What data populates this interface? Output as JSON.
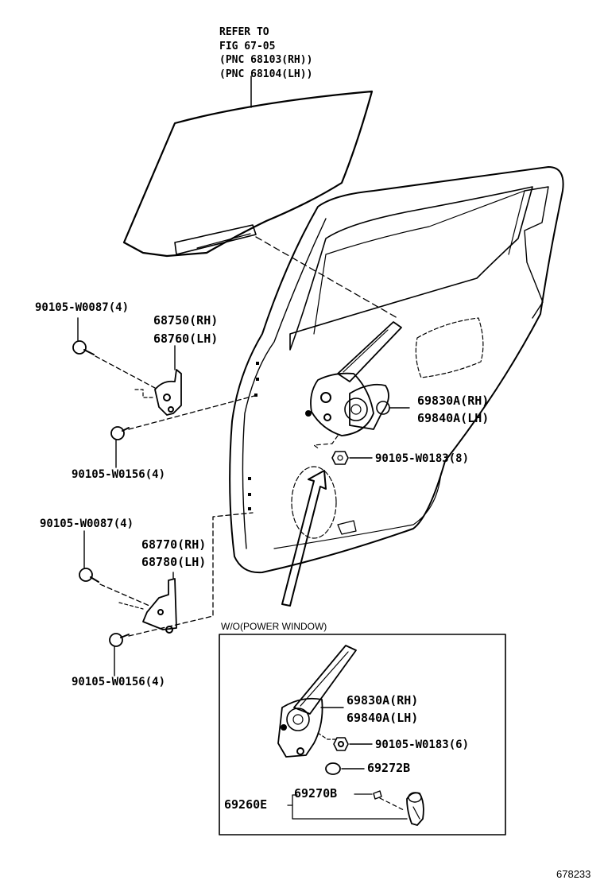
{
  "refer": {
    "line1": "REFER TO",
    "line2": "FIG 67-05",
    "line3": "(PNC 68103(RH))",
    "line4": "(PNC 68104(LH))"
  },
  "parts": {
    "bolt_upper_a": "90105-W0087(4)",
    "hinge_upper_rh": "68750(RH)",
    "hinge_upper_lh": "68760(LH)",
    "bolt_upper_b": "90105-W0156(4)",
    "bolt_lower_a": "90105-W0087(4)",
    "hinge_lower_rh": "68770(RH)",
    "hinge_lower_lh": "68780(LH)",
    "bolt_lower_b": "90105-W0156(4)",
    "regulator_rh": "69830A(RH)",
    "regulator_lh": "69840A(LH)",
    "regulator_bolt": "90105-W0183(8)"
  },
  "inset": {
    "title": "W/O(POWER WINDOW)",
    "regulator_rh": "69830A(RH)",
    "regulator_lh": "69840A(LH)",
    "regulator_bolt": "90105-W0183(6)",
    "washer": "69272B",
    "handle_assy": "69260E",
    "handle_clip": "69270B"
  },
  "figure_number": "678233"
}
